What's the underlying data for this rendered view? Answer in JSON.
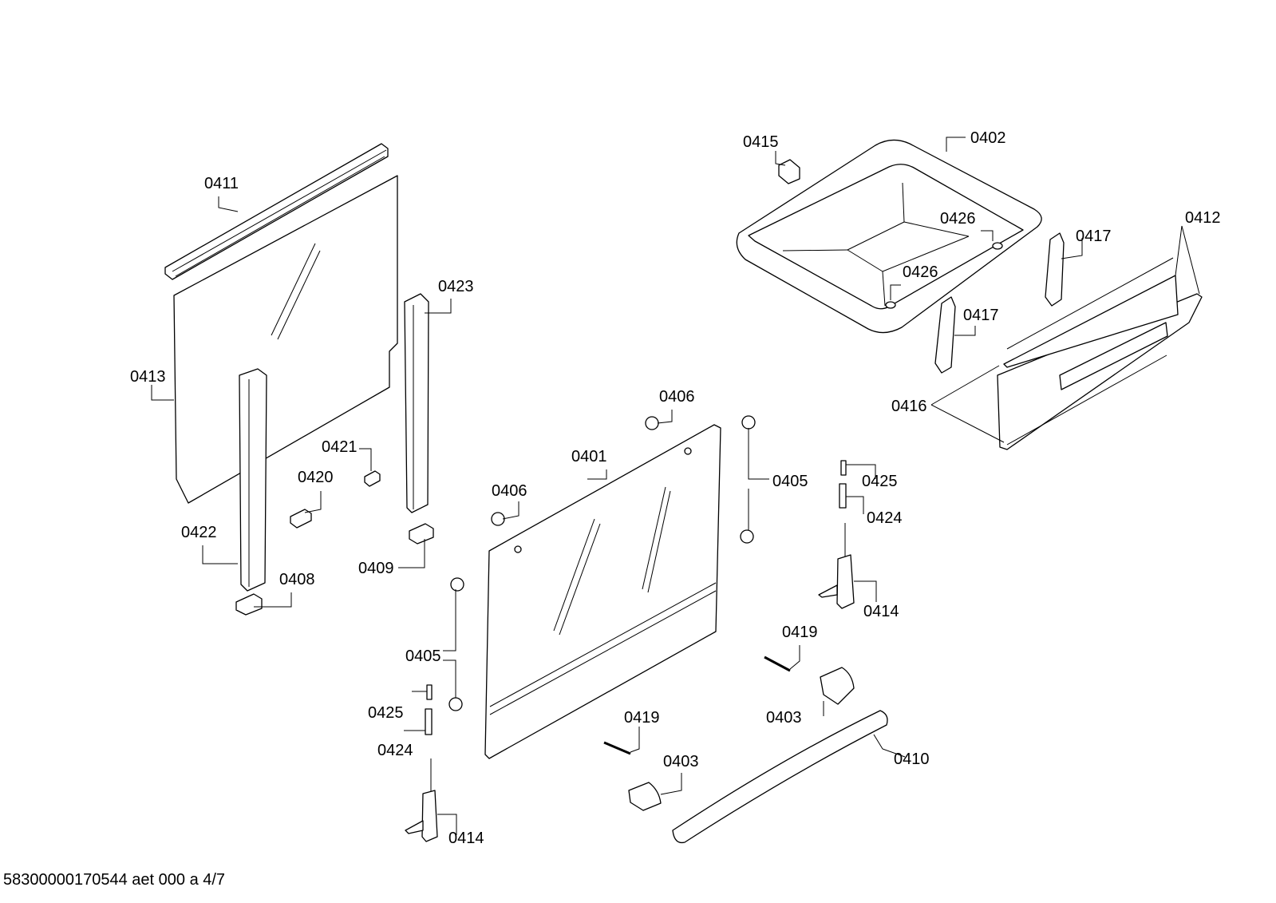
{
  "labels": {
    "0401": "0401",
    "0402": "0402",
    "0403a": "0403",
    "0403b": "0403",
    "0405a": "0405",
    "0405b": "0405",
    "0406a": "0406",
    "0406b": "0406",
    "0408": "0408",
    "0409": "0409",
    "0410": "0410",
    "0411": "0411",
    "0412": "0412",
    "0413": "0413",
    "0414a": "0414",
    "0414b": "0414",
    "0415": "0415",
    "0416": "0416",
    "0417a": "0417",
    "0417b": "0417",
    "0419a": "0419",
    "0419b": "0419",
    "0420": "0420",
    "0421": "0421",
    "0422": "0422",
    "0423": "0423",
    "0424a": "0424",
    "0424b": "0424",
    "0425a": "0425",
    "0425b": "0425",
    "0426a": "0426",
    "0426b": "0426"
  },
  "footer": "58300000170544 aet 000 a 4/7"
}
